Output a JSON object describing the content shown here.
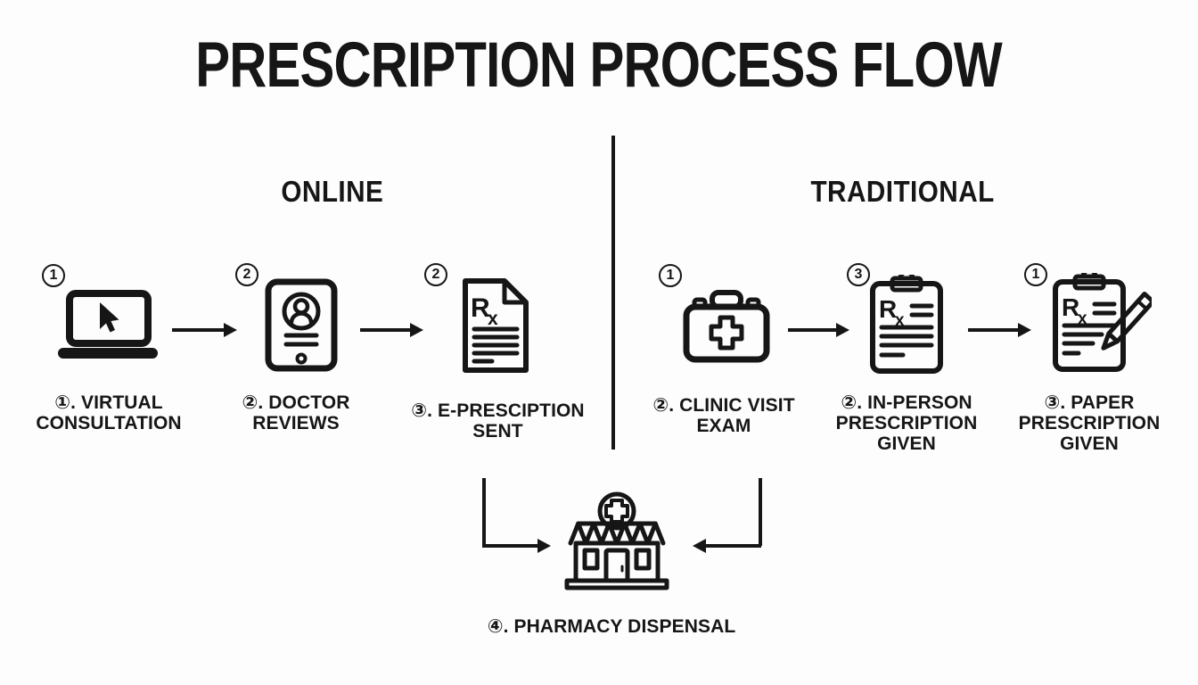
{
  "title": "PRESCRIPTION PROCESS FLOW",
  "online": {
    "header": "ONLINE",
    "steps": [
      {
        "badge": "1",
        "icon": "laptop-cursor-icon",
        "label": "①. VIRTUAL\nCONSULTATION"
      },
      {
        "badge": "2",
        "icon": "tablet-doctor-profile-icon",
        "label": "②. DOCTOR\nREVIEWS"
      },
      {
        "badge": "2",
        "icon": "rx-document-icon",
        "label": "③. E-PRESCIPTION\nSENT"
      }
    ]
  },
  "traditional": {
    "header": "TRADITIONAL",
    "steps": [
      {
        "badge": "1",
        "icon": "first-aid-kit-icon",
        "label": "②. CLINIC VISIT\nEXAM"
      },
      {
        "badge": "3",
        "icon": "rx-clipboard-icon",
        "label": "②. IN-PERSON\nPRESCRIPTION\nGIVEN"
      },
      {
        "badge": "1",
        "icon": "clipboard-pencil-icon",
        "label": "③. PAPER\nPRESCRIPTION\nGIVEN"
      }
    ]
  },
  "final": {
    "icon": "pharmacy-storefront-icon",
    "label": "④. PHARMACY DISPENSAL"
  },
  "rx_symbol": {
    "r": "R",
    "x": "x"
  },
  "colors": {
    "ink": "#161616",
    "background": "#fdfdfd"
  }
}
